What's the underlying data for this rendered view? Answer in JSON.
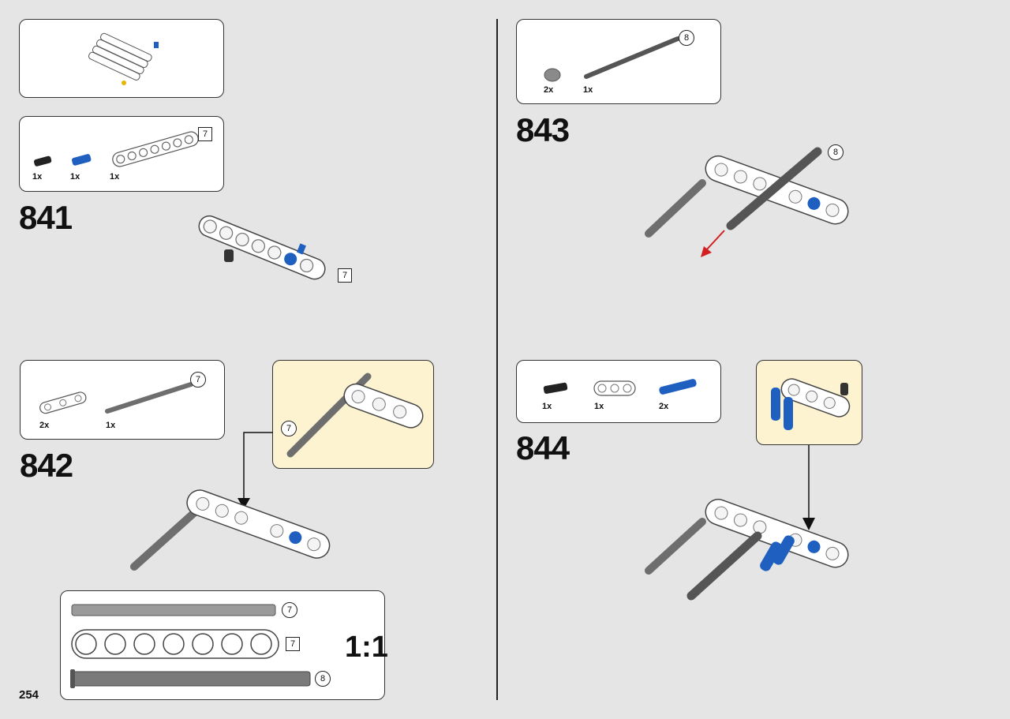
{
  "page": {
    "number": "254",
    "scale_label": "1:1"
  },
  "steps": [
    {
      "number": "841",
      "parts": [
        {
          "qty": "1x",
          "icon": "black-axle-pin-icon"
        },
        {
          "qty": "1x",
          "icon": "blue-axle-pin-icon"
        },
        {
          "qty": "1x",
          "icon": "beam-7-icon"
        }
      ],
      "parts_length": "7",
      "model_length": "7"
    },
    {
      "number": "842",
      "parts": [
        {
          "qty": "2x",
          "icon": "thin-beam-3-icon"
        },
        {
          "qty": "1x",
          "icon": "axle-7-icon"
        }
      ],
      "parts_length": "7",
      "callout_length": "7"
    },
    {
      "number": "843",
      "parts": [
        {
          "qty": "2x",
          "icon": "bush-icon"
        },
        {
          "qty": "1x",
          "icon": "axle-8-stop-icon"
        }
      ],
      "parts_length": "8",
      "model_length": "8"
    },
    {
      "number": "844",
      "parts": [
        {
          "qty": "1x",
          "icon": "black-axle-pin-icon"
        },
        {
          "qty": "1x",
          "icon": "beam-3-icon"
        },
        {
          "qty": "2x",
          "icon": "blue-long-pin-icon"
        }
      ]
    }
  ],
  "scale_ref": {
    "axle7": "7",
    "beam7": "7",
    "axle8": "8"
  },
  "colors": {
    "background": "#e5e5e5",
    "callout": "#fdf3d1",
    "blue": "#1f5fbf",
    "arrow_red": "#d21f1f",
    "axle_gray": "#6e6e6e"
  }
}
